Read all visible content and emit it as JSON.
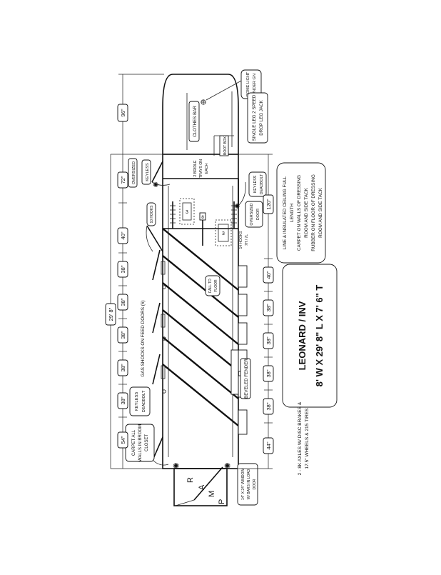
{
  "colors": {
    "ink": "#111111",
    "paper": "#ffffff"
  },
  "title": {
    "line1": "LEONARD / INV",
    "line2": "8' W X 29' 8\" L X 7' 6\" T"
  },
  "notes": {
    "ceiling": [
      "LINE & INSULATED CEILING FULL",
      "LENGTH",
      "CARPET ON WALLS OF DRESSING",
      "ROOM AND SIDE TACK",
      "RUBBER ON FLOOR OF DRESSING",
      "ROOM AND SIDE TACK"
    ],
    "axles": [
      "2 - 8K AXLES W/ DISC BRAKES &",
      "17.5\" WHEELS & 215 TIRES"
    ]
  },
  "dimensions": {
    "nose": "96\"",
    "overall": "29' 8\"",
    "top": [
      "72\"",
      "40\"",
      "38\"",
      "38\"",
      "38\"",
      "38\"",
      "38\"",
      "54\""
    ],
    "bottom": [
      "120\"",
      "40\"",
      "38\"",
      "38\"",
      "38\"",
      "38\"",
      "44\""
    ]
  },
  "labels": {
    "dome_light": [
      "DOME LIGHT",
      "UNDER GN"
    ],
    "jack": [
      "SINGLE LEG 2 SPEED",
      "DROP LEG JACK"
    ],
    "clothes_bar": "CLOTHES BAR",
    "boot_box": "BOOT BOX",
    "oversized": "OVERSIZED",
    "keyless": "KEYLESS",
    "bridle": [
      "2 BRIDLE",
      "TRAYS ON",
      "EACH"
    ],
    "keyless_deadbolt_top": [
      "KEYLESS",
      "DEADBOLT"
    ],
    "oversized_door": [
      "OVERSIZED",
      "DOOR"
    ],
    "hooks_10": "10 HOOKS",
    "hooks_14": [
      "14 HOOKS",
      "7H / 7L"
    ],
    "saddle_rack_a": "3",
    "saddle_rack_b": "3",
    "saddle_8": "8",
    "fall_floor": [
      "FALL TO",
      "FLOOR"
    ],
    "feed_doors": "GAS SHOCKS ON FEED DOORS (6)",
    "beveled_fender": "BEVELED FENDER",
    "keyless_deadbolt_left": [
      "KEYLESS",
      "DEADBOLT"
    ],
    "carpet": [
      "CARPET ALL",
      "WALLS IN BROOM",
      "CLOSET"
    ],
    "window": [
      "14\" X 24\" WINDOW",
      "W/ BARS IN LOAD",
      "DOOR"
    ],
    "ramp": [
      "R",
      "A",
      "M",
      "P"
    ]
  }
}
